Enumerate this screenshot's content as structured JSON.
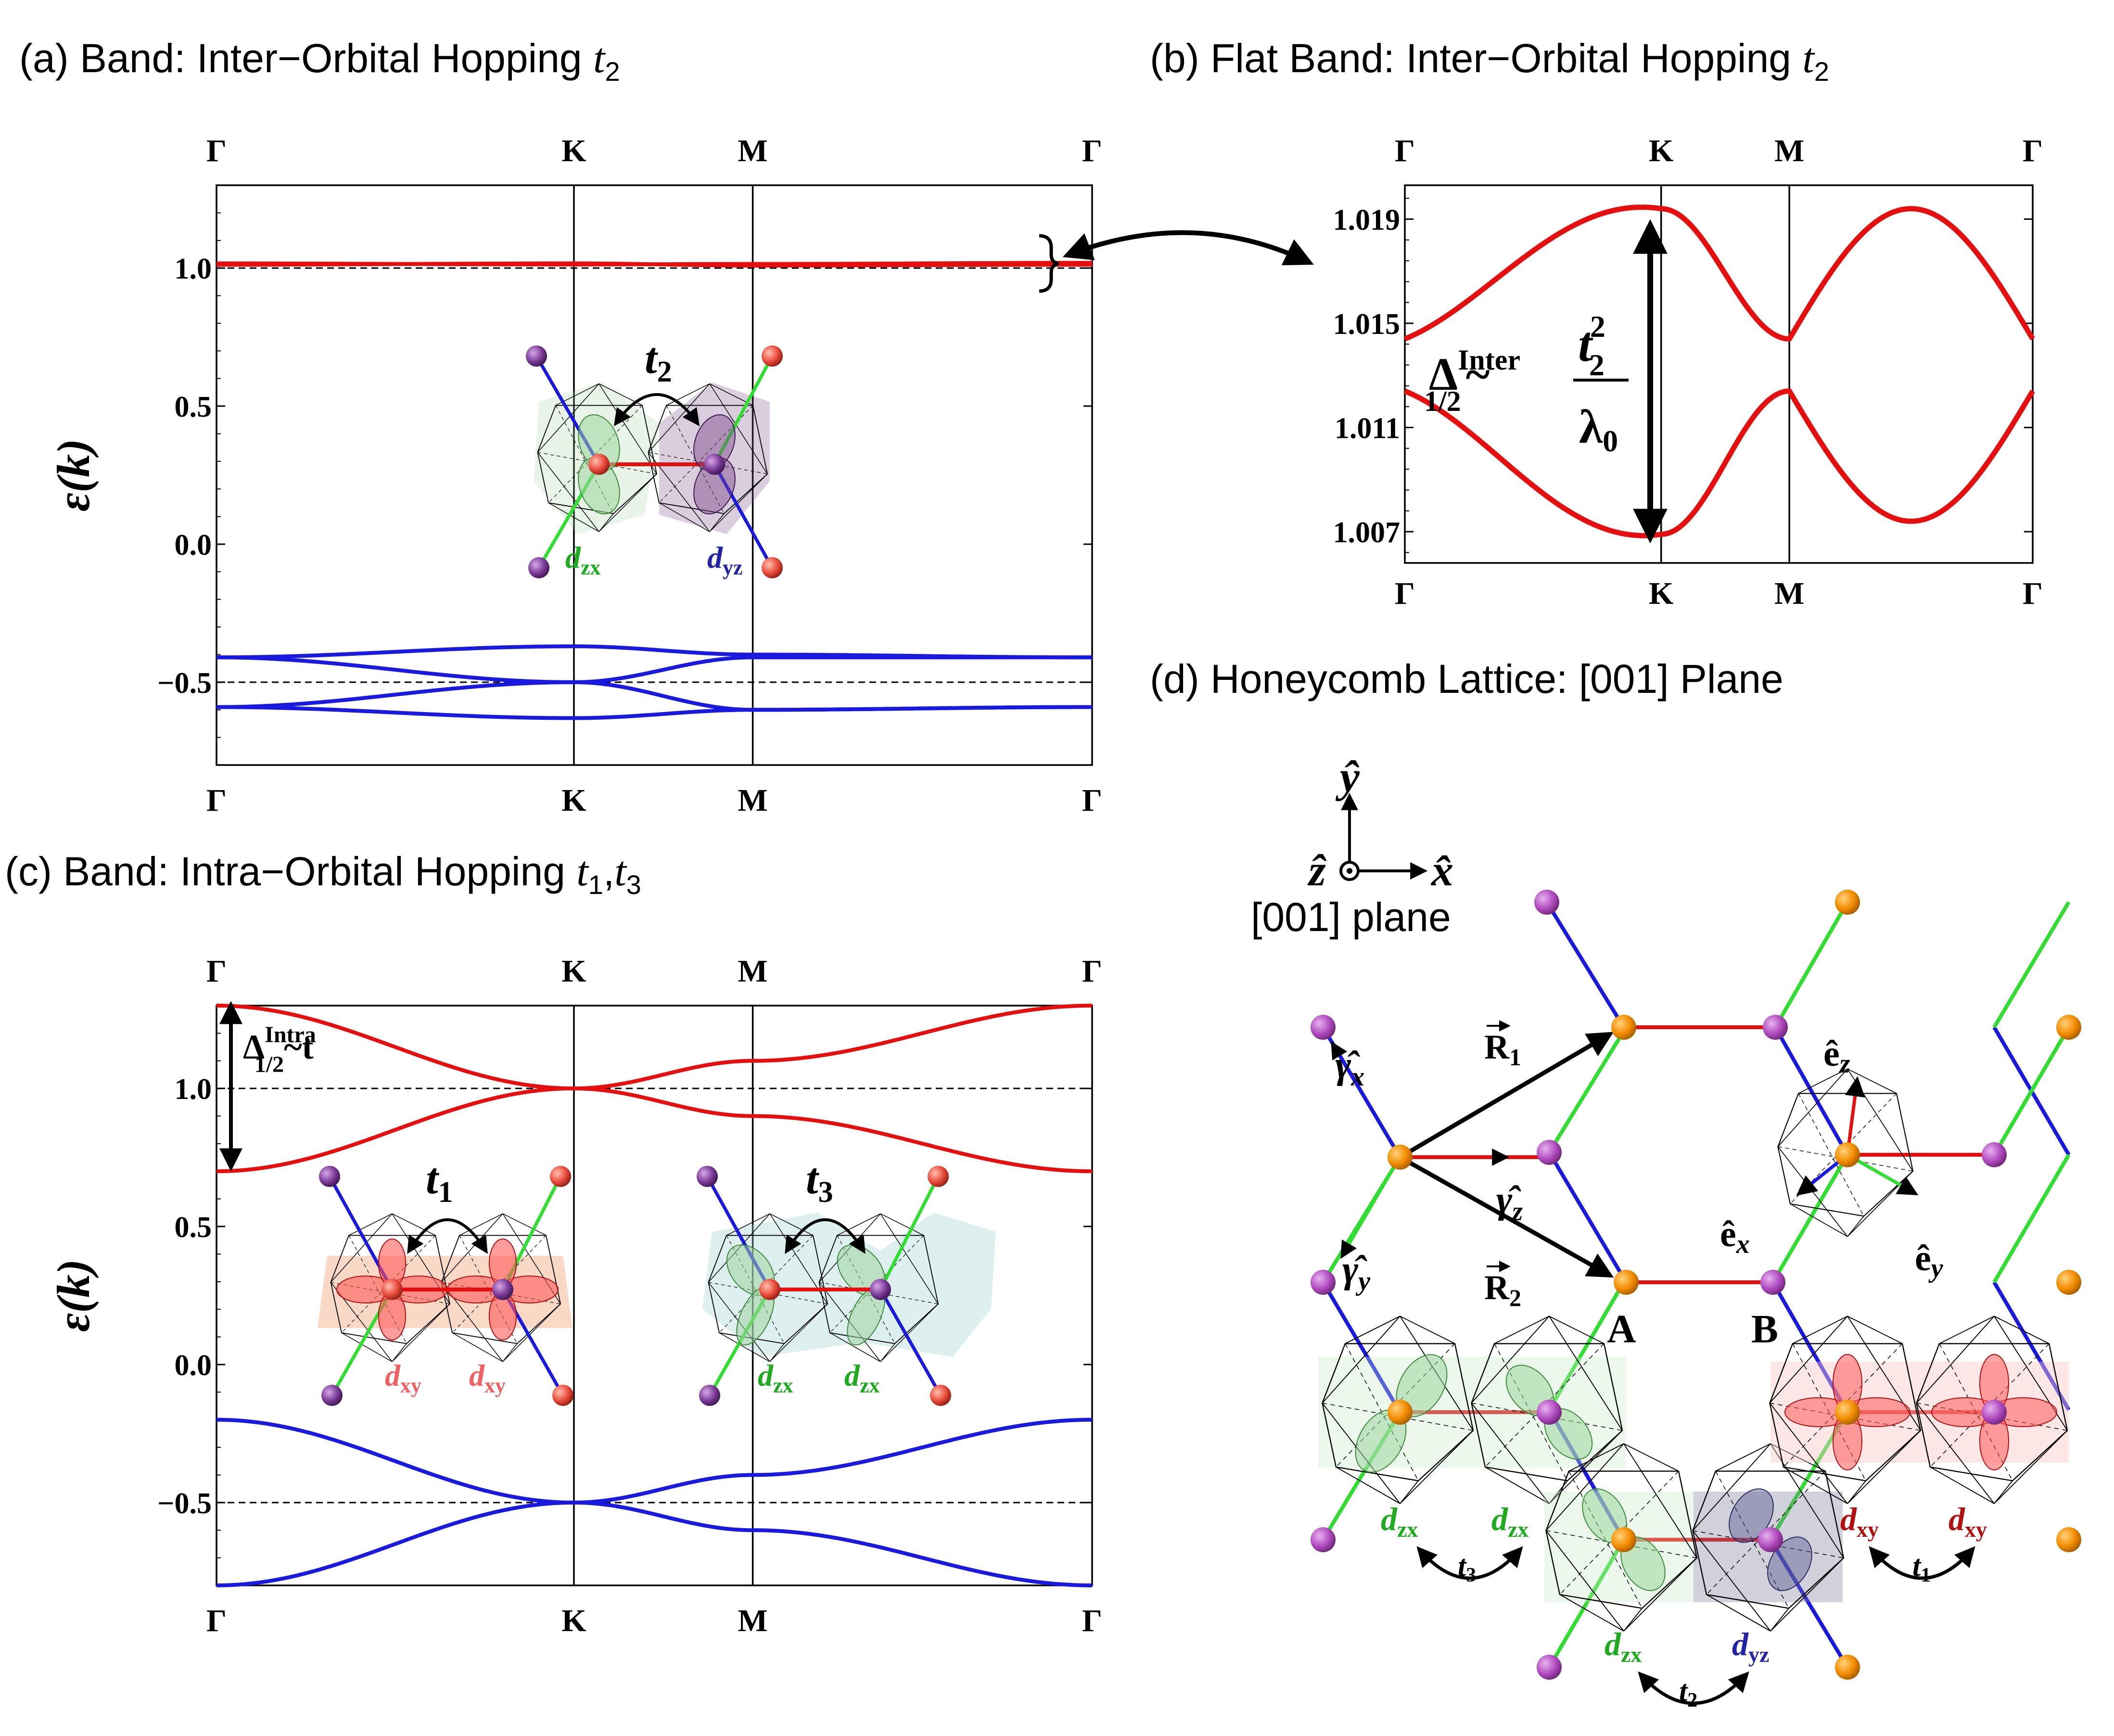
{
  "panels": {
    "a": {
      "label": "(a) Band: Inter−Orbital Hopping ",
      "var": "t",
      "sub": "2"
    },
    "b": {
      "label": "(b) Flat Band: Inter−Orbital Hopping ",
      "var": "t",
      "sub": "2"
    },
    "c": {
      "label": "(c) Band: Intra−Orbital Hopping ",
      "var1": "t",
      "sub1": "1",
      "comma": ",",
      "var2": "t",
      "sub2": "3"
    },
    "d": {
      "label": "(d) Honeycomb Lattice: [001] Plane"
    }
  },
  "hs_labels": [
    "Γ",
    "K",
    "M",
    "Γ"
  ],
  "y_label": "ε(k)",
  "colors": {
    "red_band": "#e41010",
    "blue_band": "#1a1adf",
    "orange_atom": "#f28c00",
    "purple_atom": "#b04bbf",
    "green_bond": "#30dd30",
    "blue_bond": "#1a1adf",
    "red_bond": "#e41010"
  },
  "annotations": {
    "a_hop": "t",
    "a_hop_sub": "2",
    "dzx": "d",
    "dzx_sub": "zx",
    "dyz": "d",
    "dyz_sub": "yz",
    "dxy": "d",
    "dxy_sub": "xy",
    "b_gap": "Δ",
    "b_gap_sup": "Inter",
    "b_gap_sub": "1/2",
    "tilde": "~",
    "frac_num": "t",
    "frac_num_sub": "2",
    "frac_num_sup": "2",
    "frac_den": "λ",
    "frac_den_sub": "0",
    "c_gap": "Δ",
    "c_gap_sup": "Intra",
    "c_gap_sub": "1/2",
    "c_gap_rest": "~t",
    "t1": "t",
    "t1_sub": "1",
    "t3": "t",
    "t3_sub": "3"
  },
  "lattice": {
    "axes": {
      "y": "ŷ",
      "z": "ẑ",
      "x": "x̂",
      "plane": "[001] plane"
    },
    "R1": "R",
    "R1_sub": "1",
    "R2": "R",
    "R2_sub": "2",
    "gamma": "γ̂",
    "gx": "x",
    "gy": "y",
    "gz": "z",
    "e": "ê",
    "ex": "x",
    "ey": "y",
    "ez": "z",
    "A": "A",
    "B": "B",
    "t1": "t",
    "t1_sub": "1",
    "t2": "t",
    "t2_sub": "2",
    "t3": "t",
    "t3_sub": "3"
  },
  "chart_data": [
    {
      "id": "a",
      "type": "line",
      "x": [
        "Γ",
        "K",
        "M",
        "Γ"
      ],
      "xticks": [
        "Γ",
        "K",
        "M",
        "Γ"
      ],
      "ylabel": "ε(k)",
      "ylim": [
        -0.8,
        1.3
      ],
      "yticks": [
        -0.5,
        0.0,
        0.5,
        1.0
      ],
      "ytick_labels": [
        "−0.5",
        "0.0",
        "0.5",
        "1.0"
      ],
      "grid": false,
      "reference_lines": [
        1.0,
        -0.5
      ],
      "series": [
        {
          "color": "red",
          "values": [
            1.012,
            1.017,
            1.009,
            1.012
          ]
        },
        {
          "color": "red",
          "values": [
            1.017,
            1.013,
            1.015,
            1.019
          ]
        },
        {
          "color": "blue",
          "values": [
            -0.41,
            -0.5,
            -0.41,
            -0.41
          ]
        },
        {
          "color": "blue",
          "values": [
            -0.41,
            -0.37,
            -0.4,
            -0.41
          ]
        },
        {
          "color": "blue",
          "values": [
            -0.59,
            -0.5,
            -0.6,
            -0.59
          ]
        },
        {
          "color": "blue",
          "values": [
            -0.59,
            -0.63,
            -0.6,
            -0.59
          ]
        }
      ]
    },
    {
      "id": "b",
      "type": "line",
      "x": [
        "Γ",
        "K",
        "M",
        "Γ"
      ],
      "xticks": [
        "Γ",
        "K",
        "M",
        "Γ"
      ],
      "ylim": [
        1.0058,
        1.0203
      ],
      "yticks": [
        1.007,
        1.011,
        1.015,
        1.019
      ],
      "ytick_labels": [
        "1.007",
        "1.011",
        "1.015",
        "1.019"
      ],
      "grid": false,
      "series": [
        {
          "color": "red",
          "name": "",
          "values": [
            1.0144,
            1.0194,
            1.0144,
            1.0144
          ]
        },
        {
          "color": "red",
          "name": "",
          "values": [
            1.0124,
            1.0069,
            1.0124,
            1.0124
          ]
        }
      ]
    },
    {
      "id": "c",
      "type": "line",
      "x": [
        "Γ",
        "K",
        "M",
        "Γ"
      ],
      "xticks": [
        "Γ",
        "K",
        "M",
        "Γ"
      ],
      "ylabel": "ε(k)",
      "ylim": [
        -0.8,
        1.3
      ],
      "yticks": [
        -0.5,
        0.0,
        0.5,
        1.0
      ],
      "ytick_labels": [
        "−0.5",
        "0.0",
        "0.5",
        "1.0"
      ],
      "grid": false,
      "reference_lines": [
        1.0,
        -0.5
      ],
      "series": [
        {
          "color": "red",
          "values": [
            1.3,
            1.0,
            1.1,
            1.3
          ]
        },
        {
          "color": "red",
          "values": [
            0.7,
            1.0,
            0.9,
            0.7
          ]
        },
        {
          "color": "blue",
          "values": [
            -0.2,
            -0.5,
            -0.4,
            -0.2
          ]
        },
        {
          "color": "blue",
          "values": [
            -0.8,
            -0.5,
            -0.6,
            -0.8
          ]
        }
      ]
    }
  ]
}
